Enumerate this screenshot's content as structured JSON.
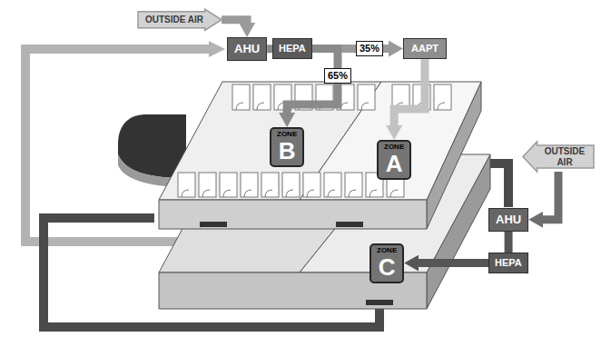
{
  "diagram": {
    "nodes": [
      {
        "text": [
          "OUTSIDE AIR"
        ]
      },
      {
        "text": [
          "AHU"
        ]
      },
      {
        "text": [
          "HEPA"
        ]
      },
      {
        "text": [
          "AAPT"
        ]
      },
      {
        "text": [
          "ZONE",
          "B"
        ]
      },
      {
        "text": [
          "ZONE",
          "A"
        ]
      },
      {
        "text": [
          "OUTSIDE AIR"
        ]
      },
      {
        "text": [
          "AHU"
        ]
      },
      {
        "text": [
          "HEPA"
        ]
      },
      {
        "text": [
          "ZONE",
          "C"
        ]
      }
    ],
    "edges": [
      {
        "from": 0,
        "to": 1,
        "arrow": "to"
      },
      {
        "from": 1,
        "to": 2,
        "arrow": "none"
      },
      {
        "from": 2,
        "to": 3,
        "label": "35%",
        "arrow": "to"
      },
      {
        "from": 2,
        "to": 4,
        "label": "65%",
        "arrow": "to"
      },
      {
        "from": 3,
        "to": 5,
        "arrow": "to"
      },
      {
        "from": 6,
        "to": 7,
        "arrow": "to"
      },
      {
        "from": 7,
        "to": 8,
        "arrow": "none"
      },
      {
        "from": 8,
        "to": 9,
        "arrow": "to"
      }
    ]
  }
}
